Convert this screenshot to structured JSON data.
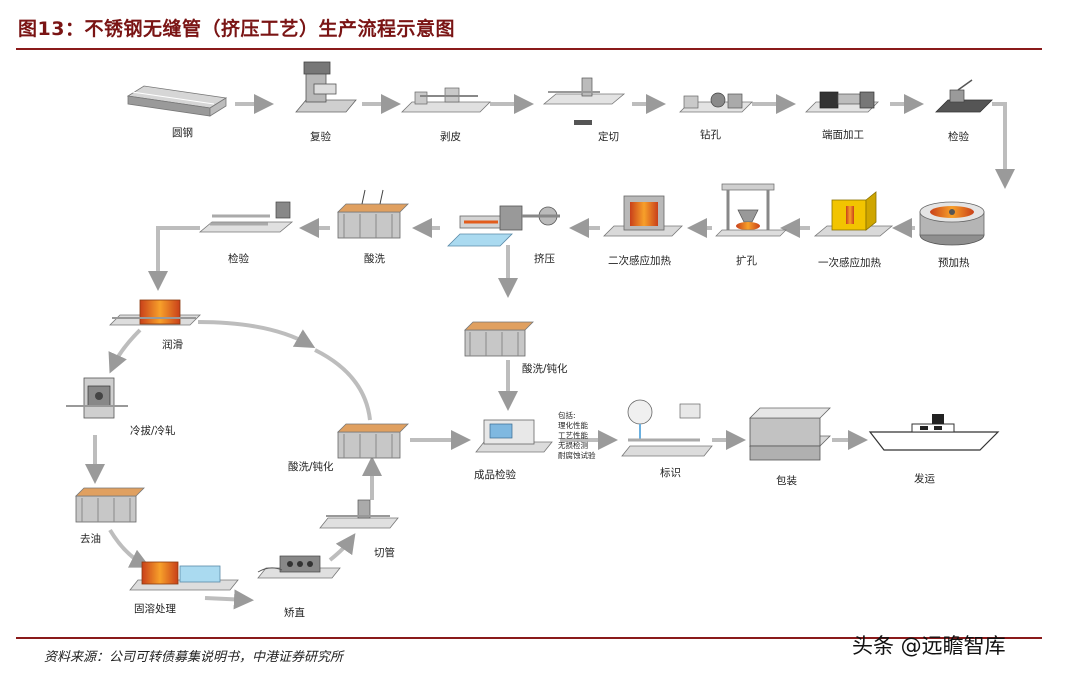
{
  "title": "图13：不锈钢无缝管（挤压工艺）生产流程示意图",
  "labels": {
    "round_steel": "圆钢",
    "recheck": "复验",
    "peel": "剥皮",
    "cut_length": "定切",
    "drill": "钻孔",
    "end_face": "端面加工",
    "inspect1": "检验",
    "preheat": "预加热",
    "induction1": "一次感应加热",
    "expand": "扩孔",
    "induction2": "二次感应加热",
    "extrude": "挤压",
    "pickle1": "酸洗",
    "inspect2": "检验",
    "lubricate": "润滑",
    "cold_draw": "冷拔/冷轧",
    "degrease": "去油",
    "solution": "固溶处理",
    "straighten": "矫直",
    "cut_tube": "切管",
    "pickle_passivate1": "酸洗/钝化",
    "pickle_passivate2": "酸洗/钝化",
    "final_inspect": "成品检验",
    "mark": "标识",
    "pack": "包装",
    "ship": "发运"
  },
  "inspection_items": [
    "包括:",
    "理化性能",
    "工艺性能",
    "无损检测",
    "耐腐蚀试验"
  ],
  "footer": {
    "source": "资料来源：公司可转债募集说明书，中港证券研究所",
    "watermark": "头条 @远瞻智库"
  },
  "colors": {
    "title": "#7a1414",
    "rule": "#8a1a1a",
    "flow_line": "#b8b8b8",
    "arrow": "#9a9a9a",
    "heat": "#e25c1c"
  }
}
